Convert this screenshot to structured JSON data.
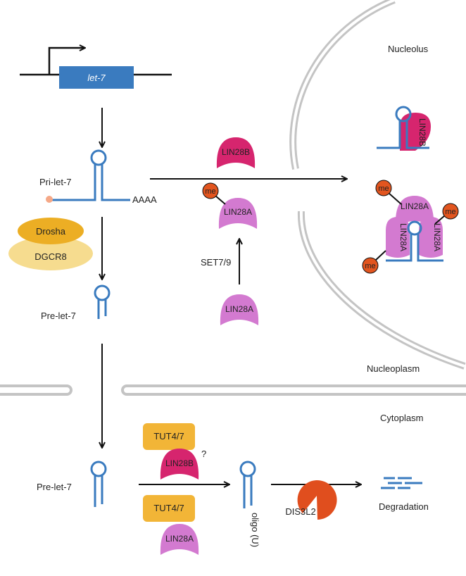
{
  "gene": {
    "name": "let-7"
  },
  "compartments": {
    "nucleolus": "Nucleolus",
    "nucleoplasm": "Nucleoplasm",
    "cytoplasm": "Cytoplasm"
  },
  "rna_labels": {
    "pri": "Pri-let-7",
    "pre_nuclear": "Pre-let-7",
    "pre_cytoplasmic": "Pre-let-7",
    "polyA": "AAAA",
    "oligo_u": "oligo (U)"
  },
  "proteins": {
    "drosha": "Drosha",
    "dgcr8": "DGCR8",
    "lin28b": "LIN28B",
    "lin28a": "LIN28A",
    "tut47": "TUT4/7",
    "dis3l2": "DIS3L2"
  },
  "modifications": {
    "methyl": "me",
    "enzyme": "SET7/9"
  },
  "annotations": {
    "question": "?",
    "degradation": "Degradation"
  },
  "colors": {
    "gene_box": "#3a7bbf",
    "rna": "#3a7bbf",
    "membrane": "#c4c4c4",
    "lin28b": "#d6256e",
    "lin28a": "#d37ad0",
    "methyl": "#e2551f",
    "drosha": "#ecae24",
    "dgcr8": "#f6dc8f",
    "tut": "#f2b537",
    "dis3l2": "#e04e1e",
    "cap": "#f5a887"
  }
}
